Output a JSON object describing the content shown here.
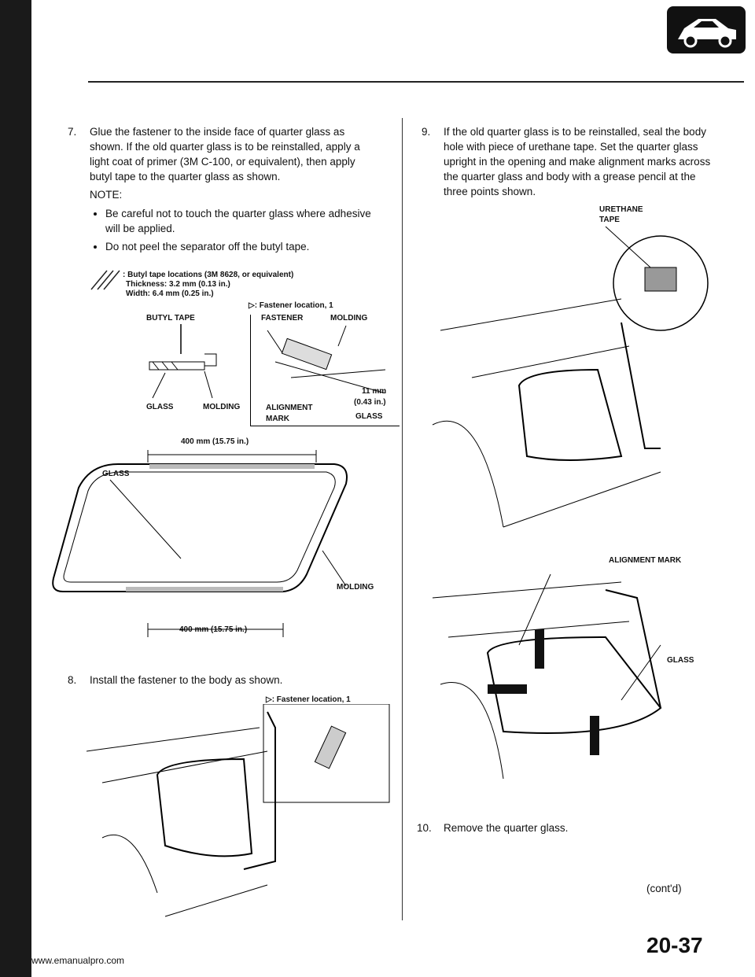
{
  "header": {
    "url": "www.emanualpro.com"
  },
  "left": {
    "step7": {
      "number": "7.",
      "text": "Glue the fastener to the inside face of quarter glass as shown. If the old quarter glass is to be reinstalled, apply a light coat of primer (3M C-100, or equivalent), then apply butyl tape to the quarter glass as shown.",
      "note_label": "NOTE:",
      "notes": [
        "Be careful not to touch the quarter glass where adhesive will be applied.",
        "Do not peel the separator off the butyl tape."
      ]
    },
    "legend": {
      "butyl_line1": ": Butyl tape locations (3M 8628, or equivalent)",
      "butyl_line2": "Thickness: 3.2 mm (0.13 in.)",
      "butyl_line3": "Width: 6.4 mm (0.25 in.)",
      "fastener_loc": "▷: Fastener location, 1"
    },
    "fig1": {
      "butyl_tape": "BUTYL TAPE",
      "glass": "GLASS",
      "molding": "MOLDING",
      "fastener": "FASTENER",
      "molding2": "MOLDING",
      "alignment_mark": "ALIGNMENT",
      "alignment_mark2": "MARK",
      "dim": "11 mm",
      "dim2": "(0.43 in.)",
      "glass2": "GLASS"
    },
    "fig2": {
      "dim_top": "400 mm (15.75 in.)",
      "dim_bottom": "400 mm (15.75 in.)",
      "glass": "GLASS",
      "molding": "MOLDING"
    },
    "step8": {
      "number": "8.",
      "text": "Install the fastener to the body as shown."
    },
    "fig3": {
      "fastener_loc": "▷: Fastener location, 1"
    }
  },
  "right": {
    "step9": {
      "number": "9.",
      "text": "If the old quarter glass is to be reinstalled, seal the body hole with piece of urethane tape. Set the quarter glass upright in the opening and make alignment marks across the quarter glass and body with a grease pencil at the three points shown."
    },
    "fig4": {
      "urethane": "URETHANE",
      "tape": "TAPE"
    },
    "fig5": {
      "alignment_mark": "ALIGNMENT MARK",
      "glass": "GLASS"
    },
    "step10": {
      "number": "10.",
      "text": "Remove the quarter glass."
    },
    "contd": "(cont'd)"
  },
  "footer": {
    "page_number": "20-37"
  }
}
